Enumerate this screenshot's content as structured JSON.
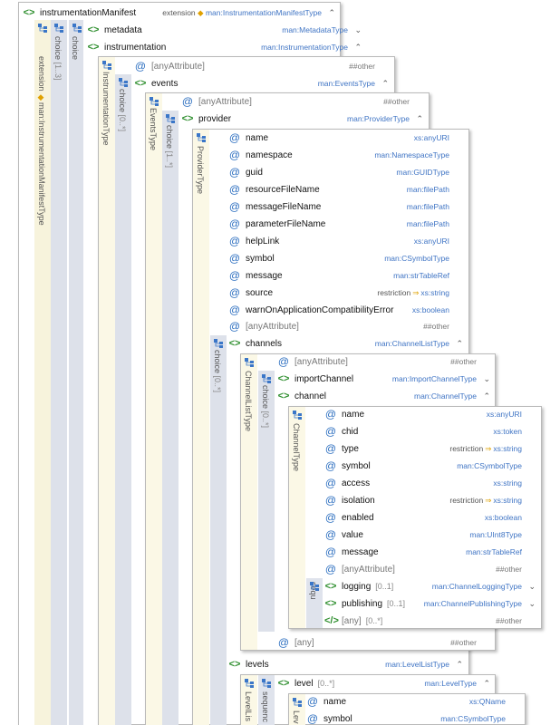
{
  "root": {
    "name": "instrumentationManifest",
    "ext_label": "extension",
    "ext_type": "man:InstrumentationManifestType",
    "side_label": "extension",
    "side_type": "man:InstrumentationManifestType",
    "choice_label": "choice",
    "choice_occ": "[1..3]",
    "choice2_label": "choice"
  },
  "level1": {
    "metadata": {
      "name": "metadata",
      "type": "man:MetadataType"
    },
    "instrumentation": {
      "name": "instrumentation",
      "type": "man:InstrumentationType"
    }
  },
  "instrumentationType": {
    "side_label": "InstrumentationType",
    "choice_label": "choice",
    "choice_occ": "[0..*]",
    "any_attr": "[anyAttribute]",
    "any_attr_type": "##other",
    "events": {
      "name": "events",
      "type": "man:EventsType"
    }
  },
  "eventsType": {
    "side_label": "EventsType",
    "choice_label": "choice",
    "choice_occ": "[1..*]",
    "any_attr": "[anyAttribute]",
    "any_attr_type": "##other",
    "provider": {
      "name": "provider",
      "type": "man:ProviderType"
    }
  },
  "providerType": {
    "side_label": "ProviderType",
    "attrs": [
      {
        "name": "name",
        "type": "xs:anyURI"
      },
      {
        "name": "namespace",
        "type": "man:NamespaceType"
      },
      {
        "name": "guid",
        "type": "man:GUIDType"
      },
      {
        "name": "resourceFileName",
        "type": "man:filePath"
      },
      {
        "name": "messageFileName",
        "type": "man:filePath"
      },
      {
        "name": "parameterFileName",
        "type": "man:filePath"
      },
      {
        "name": "helpLink",
        "type": "xs:anyURI"
      },
      {
        "name": "symbol",
        "type": "man:CSymbolType"
      },
      {
        "name": "message",
        "type": "man:strTableRef"
      },
      {
        "name": "source",
        "restr": "restriction",
        "arrow": "⇒",
        "type": "xs:string"
      },
      {
        "name": "warnOnApplicationCompatibilityError",
        "type": "xs:boolean"
      }
    ],
    "any_attr": "[anyAttribute]",
    "any_attr_type": "##other",
    "choice_label": "choice",
    "choice_occ": "[0..*]",
    "channels": {
      "name": "channels",
      "type": "man:ChannelListType"
    },
    "levels": {
      "name": "levels",
      "type": "man:LevelListType"
    }
  },
  "channelListType": {
    "side_label": "ChannelListType",
    "choice_label": "choice",
    "choice_occ": "[0..*]",
    "any_attr": "[anyAttribute]",
    "any_attr_type": "##other",
    "importChannel": {
      "name": "importChannel",
      "type": "man:ImportChannelType"
    },
    "channel": {
      "name": "channel",
      "type": "man:ChannelType"
    },
    "any": "[any]",
    "any_type": "##other"
  },
  "channelType": {
    "side_label": "ChannelType",
    "attrs": [
      {
        "name": "name",
        "type": "xs:anyURI"
      },
      {
        "name": "chid",
        "type": "xs:token"
      },
      {
        "name": "type",
        "restr": "restriction",
        "arrow": "⇒",
        "type": "xs:string"
      },
      {
        "name": "symbol",
        "type": "man:CSymbolType"
      },
      {
        "name": "access",
        "type": "xs:string"
      },
      {
        "name": "isolation",
        "restr": "restriction",
        "arrow": "⇒",
        "type": "xs:string"
      },
      {
        "name": "enabled",
        "type": "xs:boolean"
      },
      {
        "name": "value",
        "type": "man:UInt8Type"
      },
      {
        "name": "message",
        "type": "man:strTableRef"
      }
    ],
    "any_attr": "[anyAttribute]",
    "any_attr_type": "##other",
    "seq_label": "sequ",
    "logging": {
      "name": "logging",
      "occ": "[0..1]",
      "type": "man:ChannelLoggingType"
    },
    "publishing": {
      "name": "publishing",
      "occ": "[0..1]",
      "type": "man:ChannelPublishingType"
    },
    "any": {
      "name": "[any]",
      "occ": "[0..*]",
      "type": "##other"
    }
  },
  "levelListType": {
    "side_label": "LevelLis",
    "seq_label": "sequenc",
    "level": {
      "name": "level",
      "occ": "[0..*]",
      "type": "man:LevelType"
    },
    "inner_side": "Lev",
    "attrs": [
      {
        "name": "name",
        "type": "xs:QName"
      },
      {
        "name": "symbol",
        "type": "man:CSymbolType"
      }
    ]
  },
  "colors": {
    "element_icon": "#2f8f2f",
    "attribute_icon": "#2d6fc0",
    "type_text": "#3f74c4",
    "extension_bg": "#f7f3dc",
    "choice_bg": "#dde1ea"
  }
}
